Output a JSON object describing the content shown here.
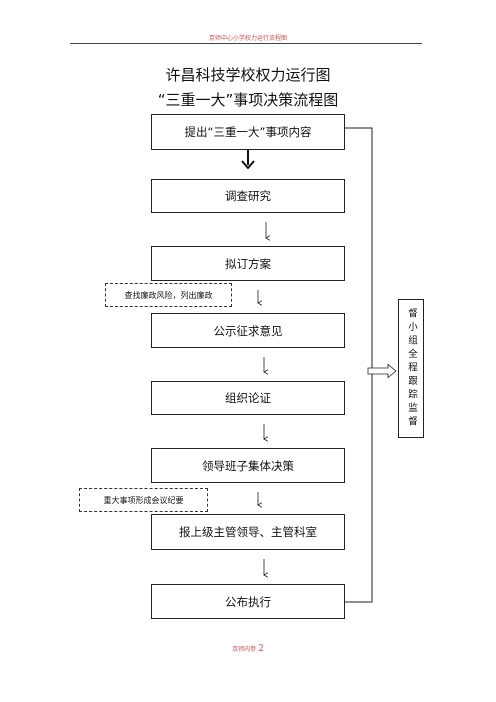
{
  "header": {
    "text": "京师中心小学权力运行流程图"
  },
  "title": {
    "line1": "许昌科技学校权力运行图",
    "line2": "“三重一大”事项决策流程图"
  },
  "steps": [
    "提出“三重一大”事项内容",
    "调查研究",
    "拟订方案",
    "公示征求意见",
    "组织论证",
    "领导班子集体决策",
    "报上级主管领导、主管科室",
    "公布执行"
  ],
  "notes": {
    "risk": "查找廉政风险，列出廉政",
    "minutes": "重大事项形成会议纪要"
  },
  "supervision": "督小组全程跟踪监督",
  "footer": {
    "prefix": "京师内参",
    "page": "2"
  }
}
